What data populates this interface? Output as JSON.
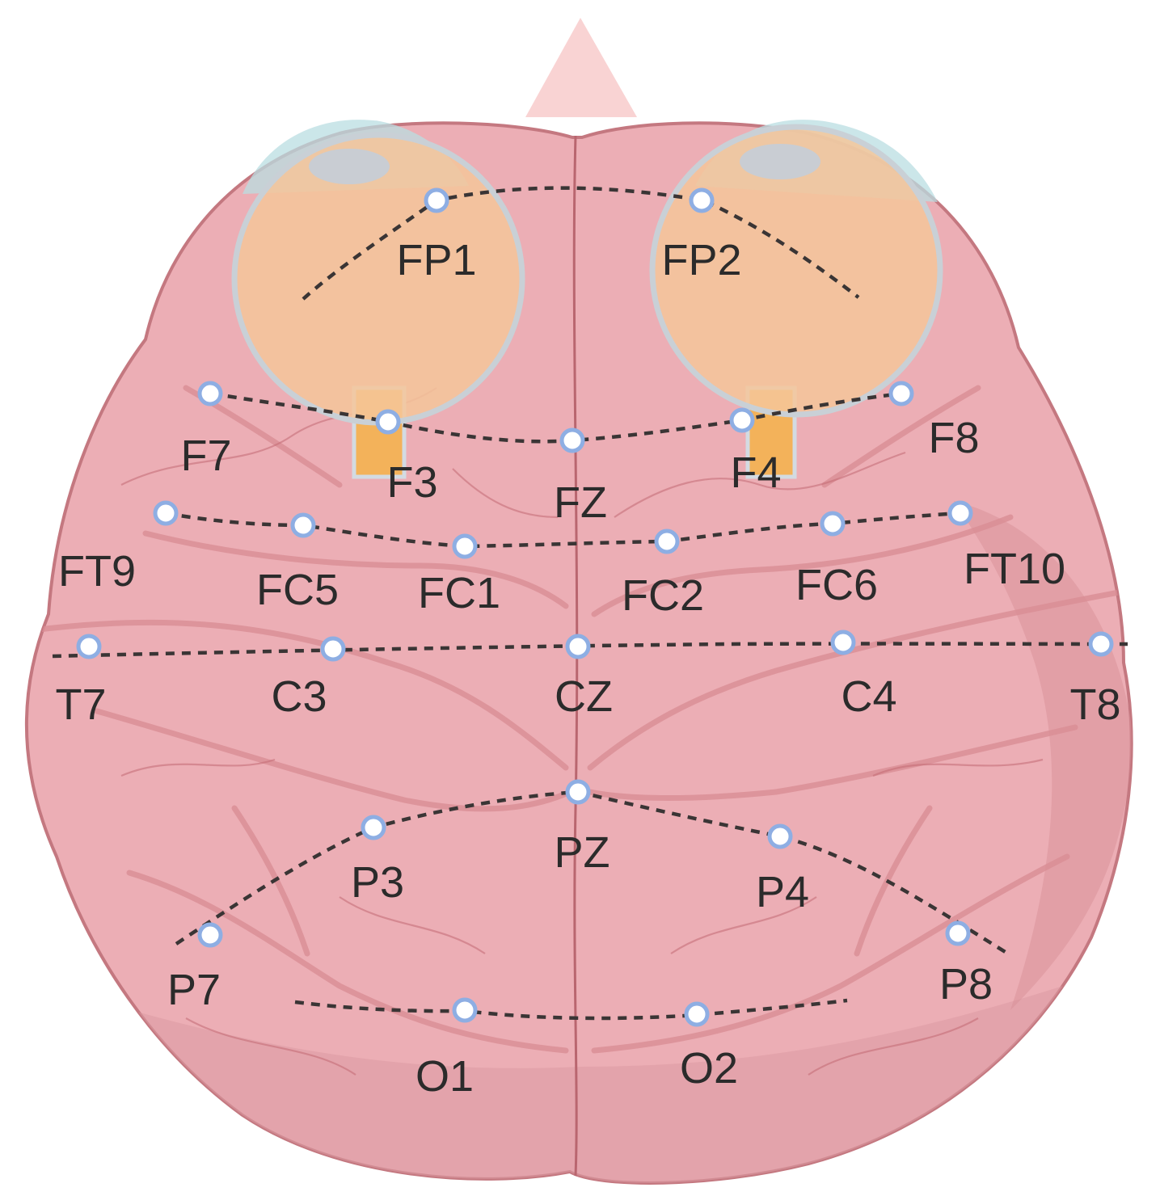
{
  "colors": {
    "brain": "#ecaeb5",
    "brain_outline": "#c47880",
    "eye": "#f5c69a",
    "optic_nerve": "#f3b25a",
    "electrode_fill": "#ffffff",
    "electrode_ring": "#8eaee3",
    "nose_marker": "#f9d3d3",
    "lines": "#3a3535"
  },
  "electrodes": [
    {
      "id": "fp1",
      "label": "FP1"
    },
    {
      "id": "fp2",
      "label": "FP2"
    },
    {
      "id": "f7",
      "label": "F7"
    },
    {
      "id": "f3",
      "label": "F3"
    },
    {
      "id": "fz",
      "label": "FZ"
    },
    {
      "id": "f4",
      "label": "F4"
    },
    {
      "id": "f8",
      "label": "F8"
    },
    {
      "id": "ft9",
      "label": "FT9"
    },
    {
      "id": "fc5",
      "label": "FC5"
    },
    {
      "id": "fc1",
      "label": "FC1"
    },
    {
      "id": "fc2",
      "label": "FC2"
    },
    {
      "id": "fc6",
      "label": "FC6"
    },
    {
      "id": "ft10",
      "label": "FT10"
    },
    {
      "id": "t7",
      "label": "T7"
    },
    {
      "id": "c3",
      "label": "C3"
    },
    {
      "id": "cz",
      "label": "CZ"
    },
    {
      "id": "c4",
      "label": "C4"
    },
    {
      "id": "t8",
      "label": "T8"
    },
    {
      "id": "pz",
      "label": "PZ"
    },
    {
      "id": "p3",
      "label": "P3"
    },
    {
      "id": "p4",
      "label": "P4"
    },
    {
      "id": "p7",
      "label": "P7"
    },
    {
      "id": "p8",
      "label": "P8"
    },
    {
      "id": "o1",
      "label": "O1"
    },
    {
      "id": "o2",
      "label": "O2"
    }
  ]
}
